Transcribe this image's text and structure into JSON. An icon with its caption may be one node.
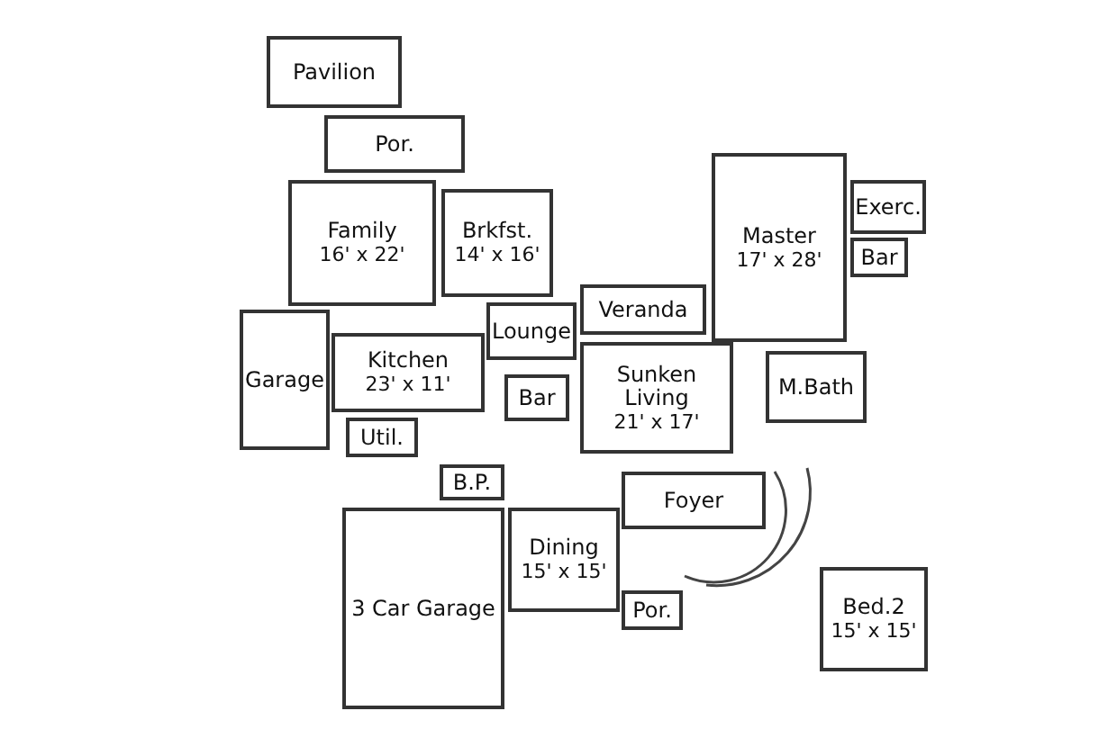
{
  "diagram": {
    "nodes": [
      {
        "text": [
          "Pavilion"
        ]
      },
      {
        "text": [
          "Por."
        ]
      },
      {
        "text": [
          "Family",
          "16' x 22'"
        ]
      },
      {
        "text": [
          "Brkfst.",
          "14' x 16'"
        ]
      },
      {
        "text": [
          "Veranda"
        ]
      },
      {
        "text": [
          "Master",
          "17' x 28'"
        ]
      },
      {
        "text": [
          "Exerc."
        ]
      },
      {
        "text": [
          "Bar"
        ]
      },
      {
        "text": [
          "Lounge"
        ]
      },
      {
        "text": [
          "Kitchen",
          "23' x 11'"
        ]
      },
      {
        "text": [
          "Garage"
        ]
      },
      {
        "text": [
          "Sunken Living",
          "21' x 17'"
        ]
      },
      {
        "text": [
          "Bar"
        ]
      },
      {
        "text": [
          "M.Bath"
        ]
      },
      {
        "text": [
          "Util."
        ]
      },
      {
        "text": [
          "B.P."
        ]
      },
      {
        "text": [
          "Foyer"
        ]
      },
      {
        "text": [
          "Dining",
          "15' x 15'"
        ]
      },
      {
        "text": [
          "3 Car Garage"
        ]
      },
      {
        "text": [
          "Por."
        ]
      },
      {
        "text": [
          "Bed.2",
          "15' x 15'"
        ]
      }
    ]
  }
}
